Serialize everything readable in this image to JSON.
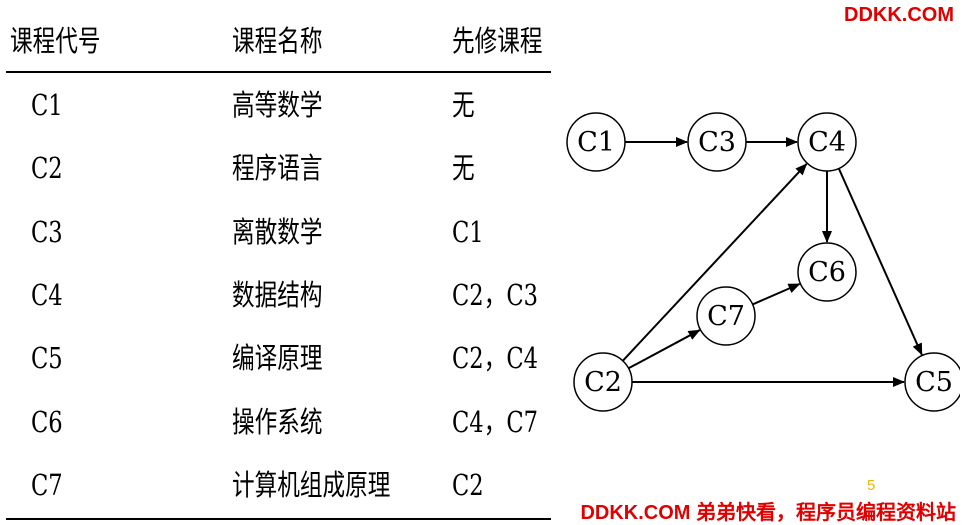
{
  "watermark": {
    "top": "DDKK.COM",
    "bottom": "DDKK.COM 弟弟快看，程序员编程资料站"
  },
  "page_number": "5",
  "table": {
    "headers": [
      "课程代号",
      "课程名称",
      "先修课程"
    ],
    "rows": [
      [
        "C1",
        "高等数学",
        "无"
      ],
      [
        "C2",
        "程序语言",
        "无"
      ],
      [
        "C3",
        "离散数学",
        "C1"
      ],
      [
        "C4",
        "数据结构",
        "C2，C3"
      ],
      [
        "C5",
        "编译原理",
        "C2，C4"
      ],
      [
        "C6",
        "操作系统",
        "C4，C7"
      ],
      [
        "C7",
        "计算机组成原理",
        "C2"
      ]
    ]
  },
  "graph": {
    "nodes": [
      {
        "id": "C1",
        "label": "C1"
      },
      {
        "id": "C3",
        "label": "C3"
      },
      {
        "id": "C4",
        "label": "C4"
      },
      {
        "id": "C6",
        "label": "C6"
      },
      {
        "id": "C7",
        "label": "C7"
      },
      {
        "id": "C2",
        "label": "C2"
      },
      {
        "id": "C5",
        "label": "C5"
      }
    ],
    "edges": [
      {
        "from": "C1",
        "to": "C3"
      },
      {
        "from": "C3",
        "to": "C4"
      },
      {
        "from": "C4",
        "to": "C6"
      },
      {
        "from": "C4",
        "to": "C5"
      },
      {
        "from": "C2",
        "to": "C4"
      },
      {
        "from": "C2",
        "to": "C7"
      },
      {
        "from": "C7",
        "to": "C6"
      },
      {
        "from": "C2",
        "to": "C5"
      }
    ]
  }
}
